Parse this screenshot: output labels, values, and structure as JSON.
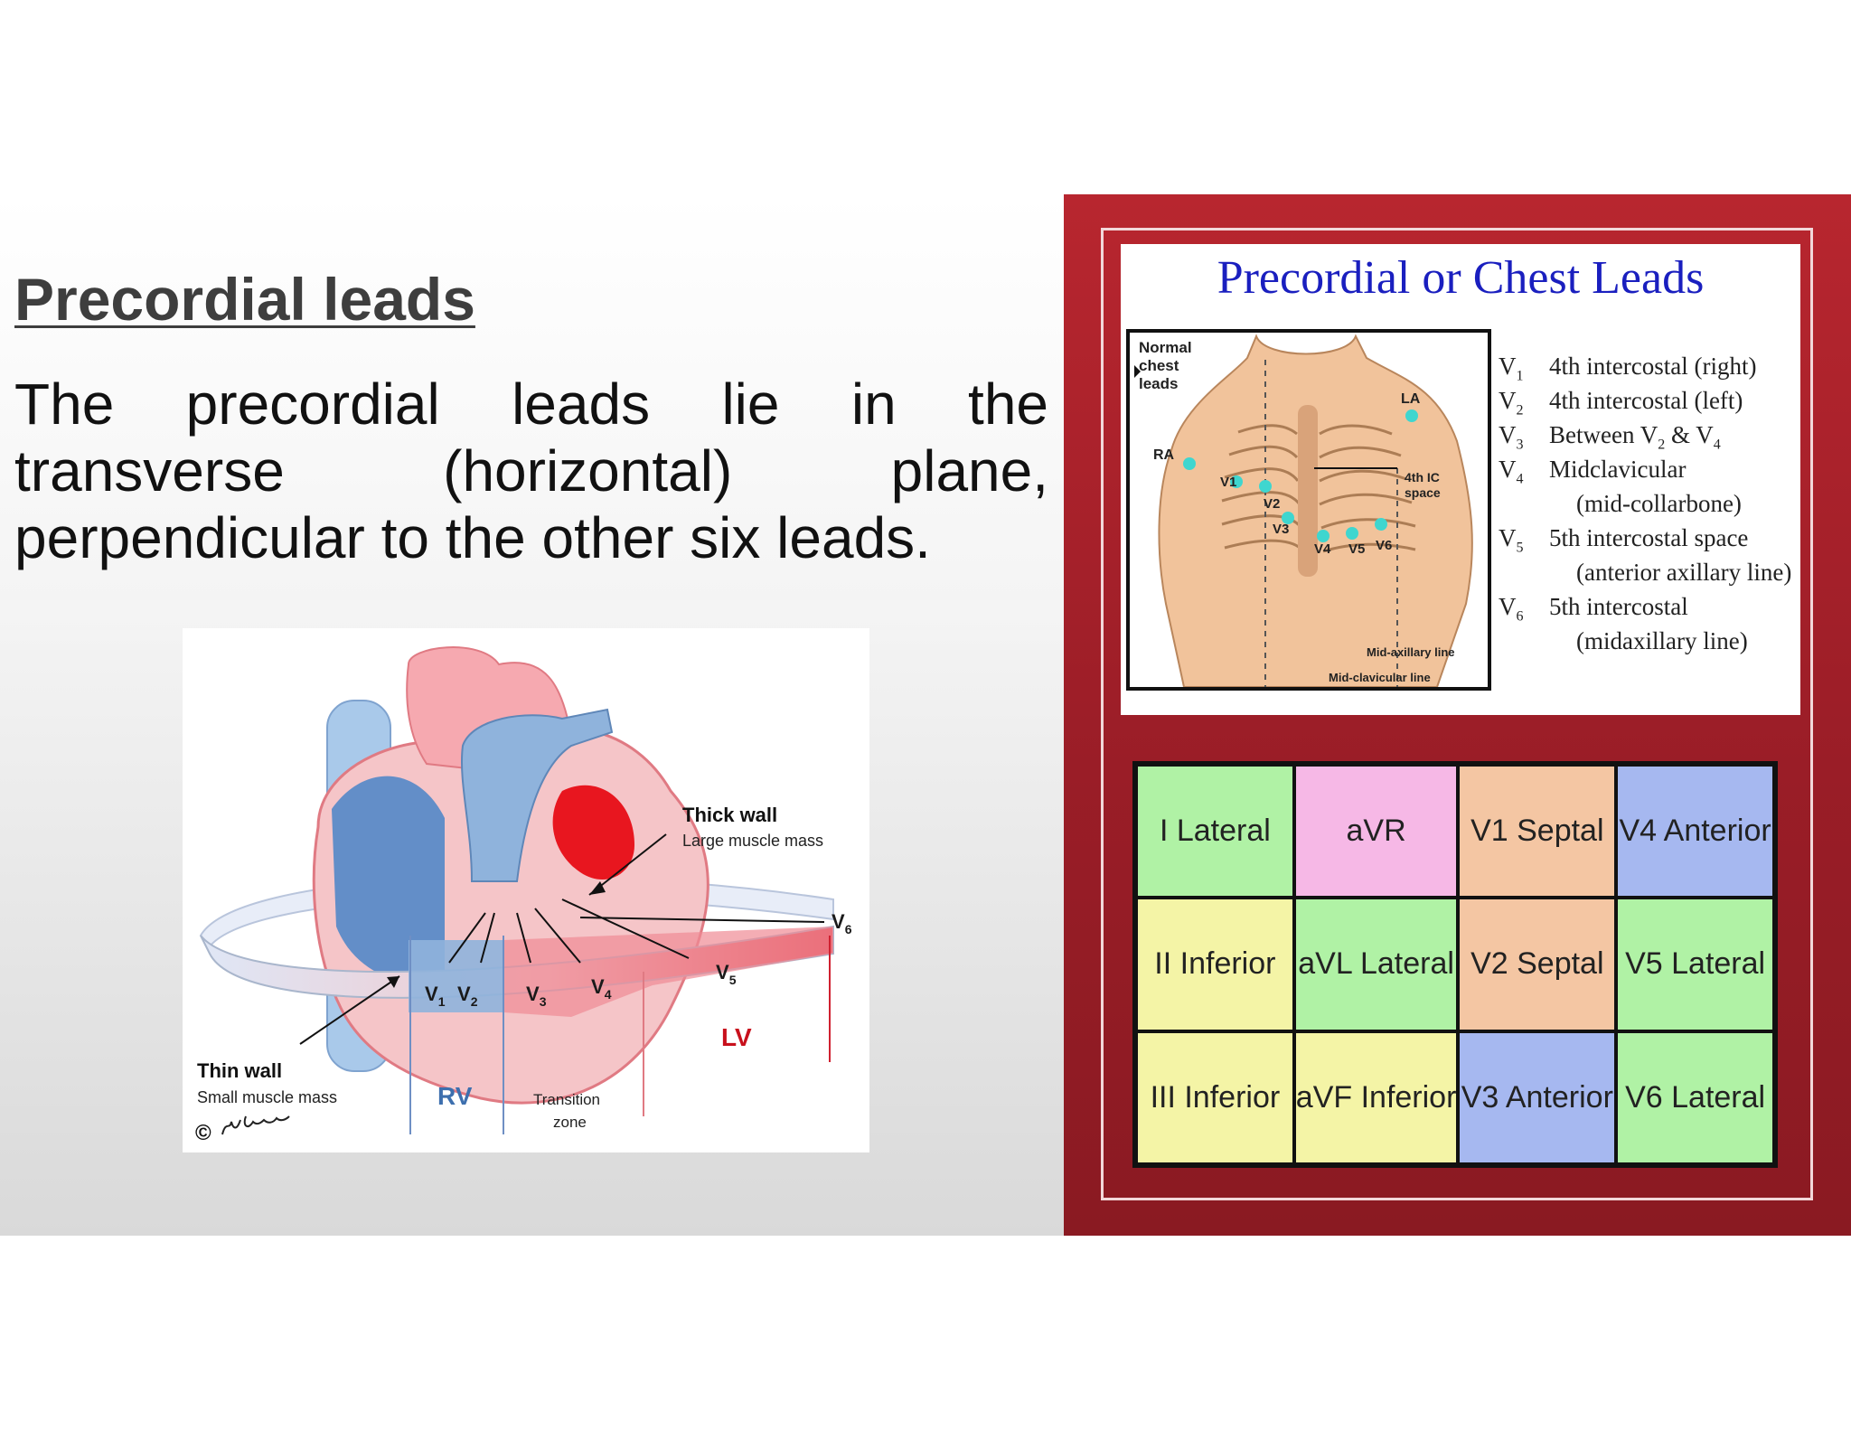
{
  "slide": {
    "title": "Precordial leads",
    "body": "The precordial leads lie in the transverse (horizontal) plane, perpendicular to the other six leads."
  },
  "heart_figure": {
    "thick_wall": "Thick wall",
    "large_muscle_mass": "Large muscle mass",
    "thin_wall": "Thin wall",
    "small_muscle_mass": "Small muscle mass",
    "rv": "RV",
    "lv": "LV",
    "transition_line1": "Transition",
    "transition_line2": "zone",
    "leads": [
      {
        "base": "V",
        "sub": "1"
      },
      {
        "base": "V",
        "sub": "2"
      },
      {
        "base": "V",
        "sub": "3"
      },
      {
        "base": "V",
        "sub": "4"
      },
      {
        "base": "V",
        "sub": "5"
      },
      {
        "base": "V",
        "sub": "6"
      }
    ],
    "copyright_symbol": "©",
    "colors": {
      "rv_blue": "#8fb3dc",
      "lv_red": "#e8454f",
      "ring_blue": "#dfe7f6"
    }
  },
  "chest_figure": {
    "title": "Precordial or Chest Leads",
    "normal_line1": "Normal",
    "normal_line2": "chest",
    "normal_line3": "leads",
    "la": "LA",
    "ra": "RA",
    "fourth_ic_line1": "4th IC",
    "fourth_ic_line2": "space",
    "electrodes": [
      "V1",
      "V2",
      "V3",
      "V4",
      "V5",
      "V6"
    ],
    "mid_axillary": "Mid-axillary line",
    "mid_clavicular": "Mid-clavicular line",
    "electrode_color": "#3fd6cf",
    "lead_list": [
      {
        "base": "V",
        "sub": "1",
        "desc": "4th intercostal (right)"
      },
      {
        "base": "V",
        "sub": "2",
        "desc": "4th intercostal (left)"
      },
      {
        "base": "V",
        "sub": "3",
        "desc_pre": "Between V",
        "desc_s1": "2",
        "desc_mid": " & V",
        "desc_s2": "4"
      },
      {
        "base": "V",
        "sub": "4",
        "desc": "Midclavicular",
        "cont": "(mid-collarbone)"
      },
      {
        "base": "V",
        "sub": "5",
        "desc": "5th intercostal space",
        "cont": "(anterior axillary line)"
      },
      {
        "base": "V",
        "sub": "6",
        "desc": "5th intercostal",
        "cont": "(midaxillary line)"
      }
    ]
  },
  "lead_table": [
    [
      {
        "text": "I  Lateral",
        "color": "#b0f2a5"
      },
      {
        "text": "aVR",
        "color": "#f6b8e6"
      },
      {
        "text": "V1  Septal",
        "color": "#f4c6a3"
      },
      {
        "text": "V4  Anterior",
        "color": "#a6b8f0"
      }
    ],
    [
      {
        "text": "II  Inferior",
        "color": "#f4f4a6"
      },
      {
        "text": "aVL  Lateral",
        "color": "#b0f2a5"
      },
      {
        "text": "V2  Septal",
        "color": "#f4c6a3"
      },
      {
        "text": "V5  Lateral",
        "color": "#b0f2a5"
      }
    ],
    [
      {
        "text": "III  Inferior",
        "color": "#f4f4a6"
      },
      {
        "text": "aVF  Inferior",
        "color": "#f4f4a6"
      },
      {
        "text": "V3  Anterior",
        "color": "#a6b8f0"
      },
      {
        "text": "V6  Lateral",
        "color": "#b0f2a5"
      }
    ]
  ]
}
